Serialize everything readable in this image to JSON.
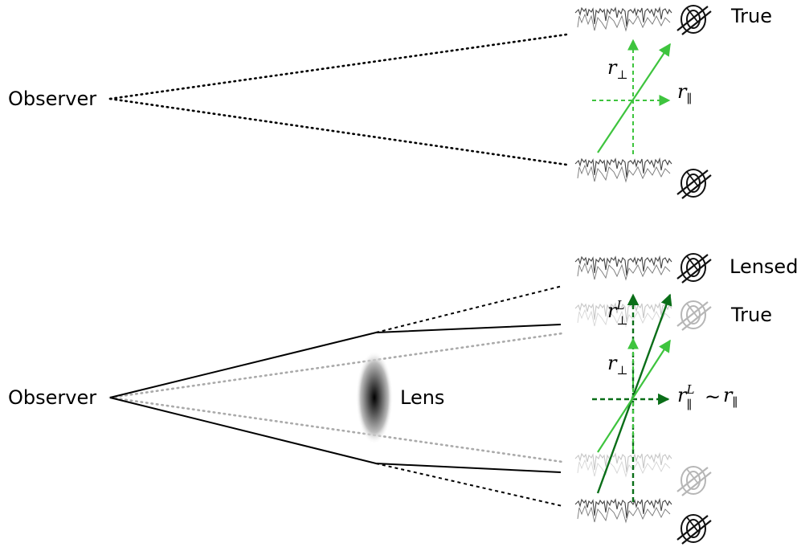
{
  "top_panel": {
    "observer_label": "Observer",
    "true_label": "True",
    "r_perp": {
      "symbol": "r",
      "sub": "⊥"
    },
    "r_par": {
      "symbol": "r",
      "sub": "∥"
    }
  },
  "bottom_panel": {
    "observer_label": "Observer",
    "lens_label": "Lens",
    "lensed_label": "Lensed",
    "true_label": "True",
    "rL_perp": {
      "symbol": "r",
      "sup": "L",
      "sub": "⊥"
    },
    "r_perp": {
      "symbol": "r",
      "sub": "⊥"
    },
    "rL_par": {
      "symbol": "r",
      "sup": "L",
      "sub": "∥"
    },
    "tilde": "~",
    "r_par": {
      "symbol": "r",
      "sub": "∥"
    }
  },
  "colors": {
    "true_green": "#3ec43e",
    "lensed_green": "#0a6e18",
    "ray_black": "#000000",
    "ray_grey": "#aaaaaa",
    "ghost_grey": "#bbbbbb"
  },
  "icons": [
    "galaxy-icon",
    "galaxy-icon-faded",
    "spectrum-icon"
  ]
}
